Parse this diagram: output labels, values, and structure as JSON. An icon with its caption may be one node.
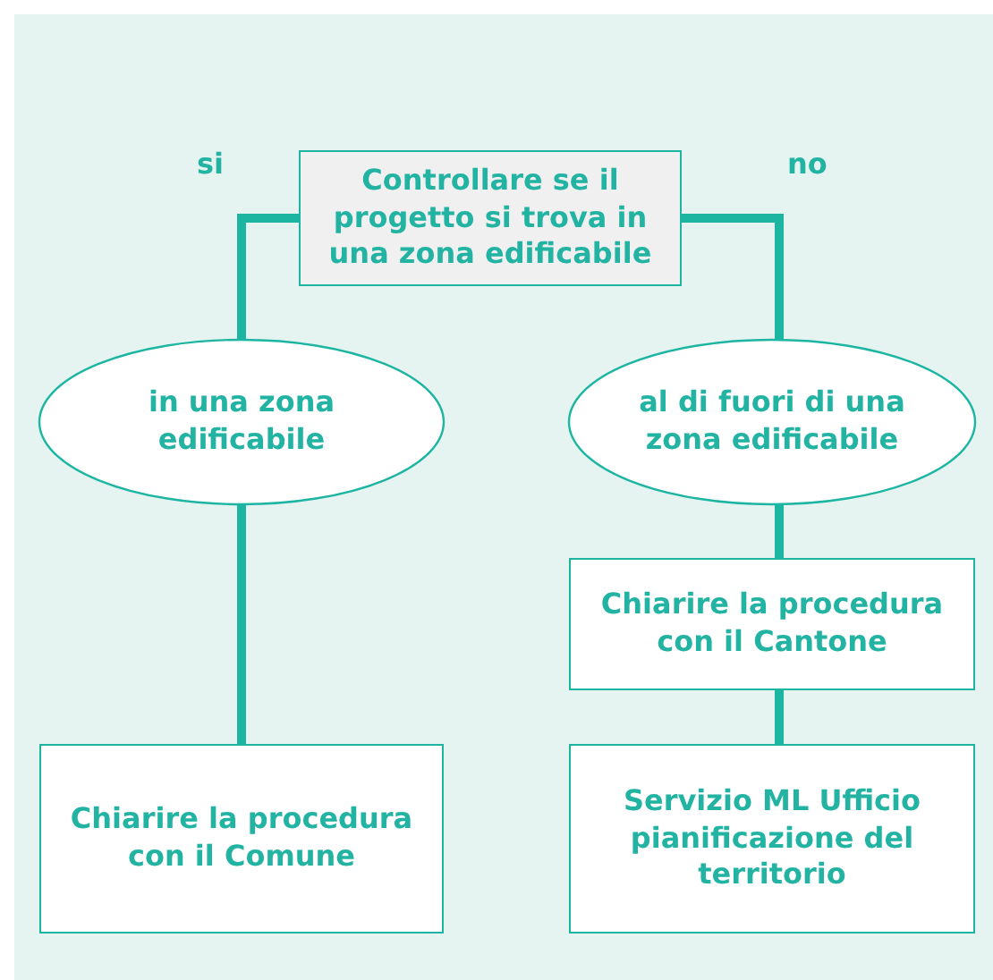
{
  "diagram": {
    "nodes": [
      {
        "text": [
          "Controllare se il progetto si trova in una zona edificabile"
        ]
      },
      {
        "text": [
          "in una zona edificabile"
        ]
      },
      {
        "text": [
          "al di fuori di una zona edificabile"
        ]
      },
      {
        "text": [
          "Chiarire la procedura con il Comune"
        ]
      },
      {
        "text": [
          "Chiarire la procedura con il Cantone"
        ]
      },
      {
        "text": [
          "Servizio ML Ufficio pianificazione del territorio"
        ]
      }
    ],
    "edges": [
      {
        "from": 0,
        "to": 1,
        "arrow": "none",
        "label": "si"
      },
      {
        "from": 0,
        "to": 2,
        "arrow": "none",
        "label": "no"
      },
      {
        "from": 1,
        "to": 3,
        "arrow": "none"
      },
      {
        "from": 2,
        "to": 4,
        "arrow": "none"
      },
      {
        "from": 4,
        "to": 5,
        "arrow": "none"
      }
    ]
  }
}
